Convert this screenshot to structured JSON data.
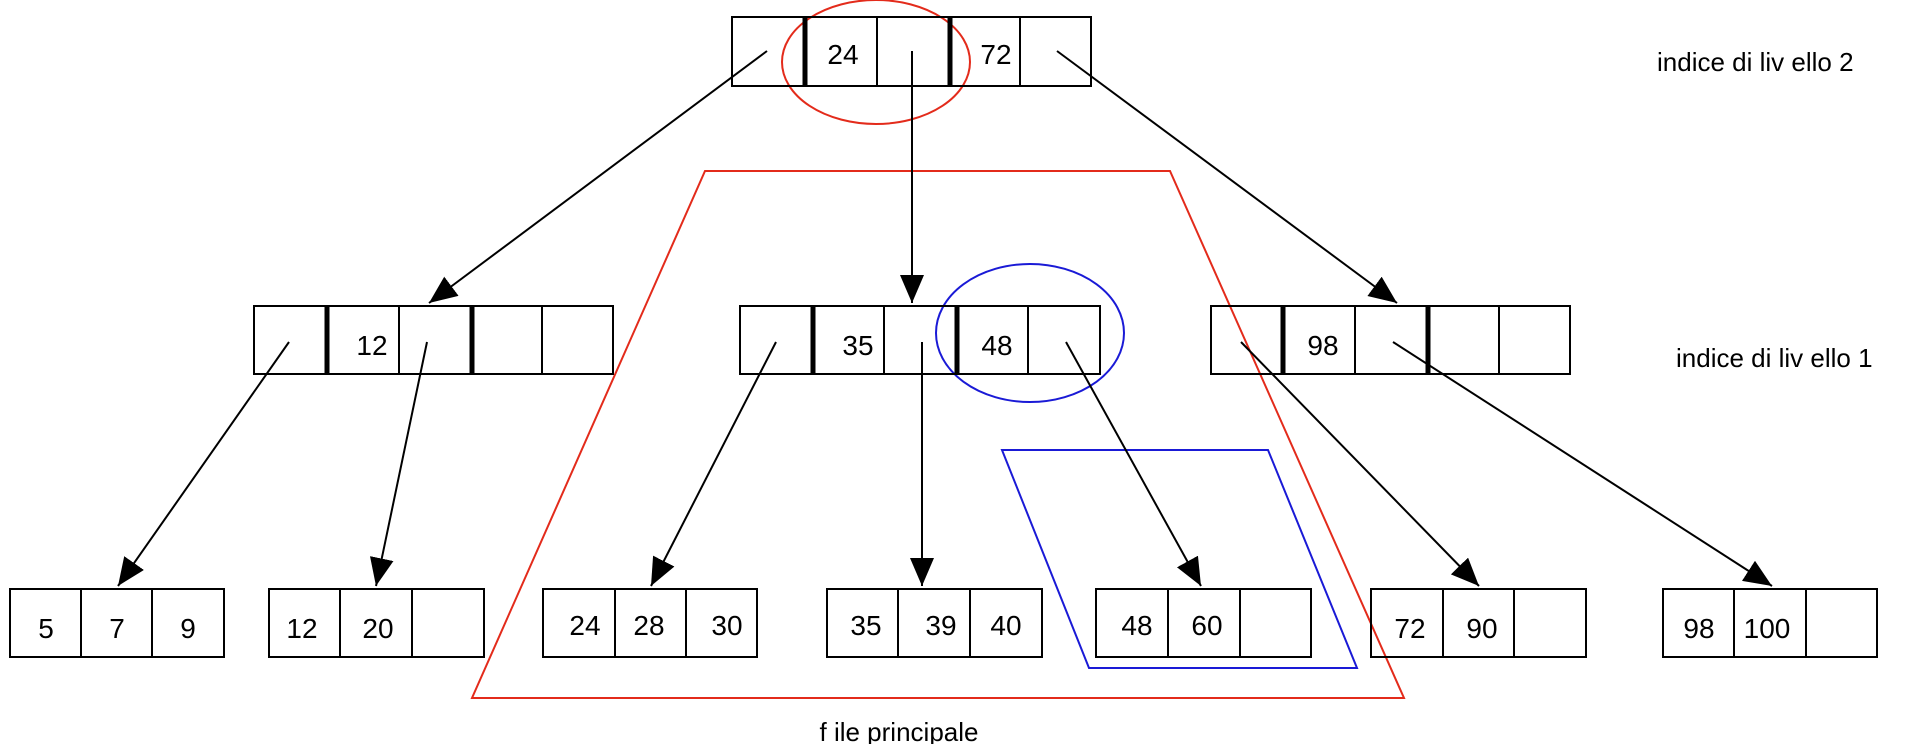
{
  "colors": {
    "ink": "#000000",
    "red": "#e32b1b",
    "blue": "#1a1ad6",
    "background": "#ffffff"
  },
  "labels": {
    "level2": "indice di liv ello 2",
    "level1": "indice di liv ello 1",
    "main_file": "f ile principale"
  },
  "index_level2": {
    "keys": [
      "24",
      "72"
    ]
  },
  "index_level1": [
    {
      "id": "left",
      "keys": [
        "12",
        ""
      ]
    },
    {
      "id": "middle",
      "keys": [
        "35",
        "48"
      ]
    },
    {
      "id": "right",
      "keys": [
        "98",
        ""
      ]
    }
  ],
  "data_blocks": [
    [
      "5",
      "7",
      "9"
    ],
    [
      "12",
      "20",
      ""
    ],
    [
      "24",
      "28",
      "30"
    ],
    [
      "35",
      "39",
      "40"
    ],
    [
      "48",
      "60",
      ""
    ],
    [
      "72",
      "90",
      ""
    ],
    [
      "98",
      "100",
      ""
    ]
  ],
  "icons": {
    "arrow": "arrowhead-filled"
  }
}
